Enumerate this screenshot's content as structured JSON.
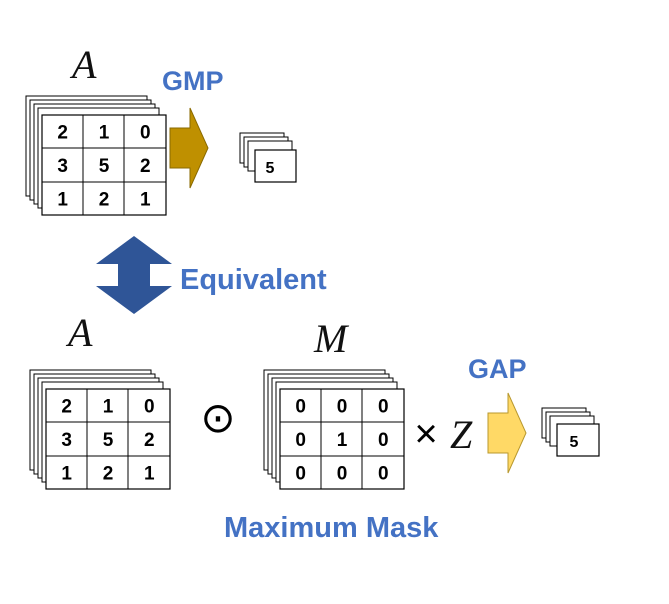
{
  "top": {
    "symbol": "A",
    "matrix": [
      [
        "2",
        "1",
        "0"
      ],
      [
        "3",
        "5",
        "2"
      ],
      [
        "1",
        "2",
        "1"
      ]
    ],
    "op_label": "GMP",
    "output_value": "5"
  },
  "middle": {
    "label": "Equivalent"
  },
  "bottom": {
    "symbol_a": "A",
    "matrix_a": [
      [
        "2",
        "1",
        "0"
      ],
      [
        "3",
        "5",
        "2"
      ],
      [
        "1",
        "2",
        "1"
      ]
    ],
    "odot": "⊙",
    "symbol_m": "M",
    "matrix_m": [
      [
        "0",
        "0",
        "0"
      ],
      [
        "0",
        "1",
        "0"
      ],
      [
        "0",
        "0",
        "0"
      ]
    ],
    "times": "×",
    "symbol_z": "Z",
    "op_label": "GAP",
    "output_value": "5",
    "mask_label": "Maximum Mask"
  },
  "colors": {
    "blue_text": "#4472C4",
    "dark_blue_arrow": "#2F5597",
    "gmp_arrow": "#BF9000",
    "gap_arrow": "#FFD966"
  }
}
